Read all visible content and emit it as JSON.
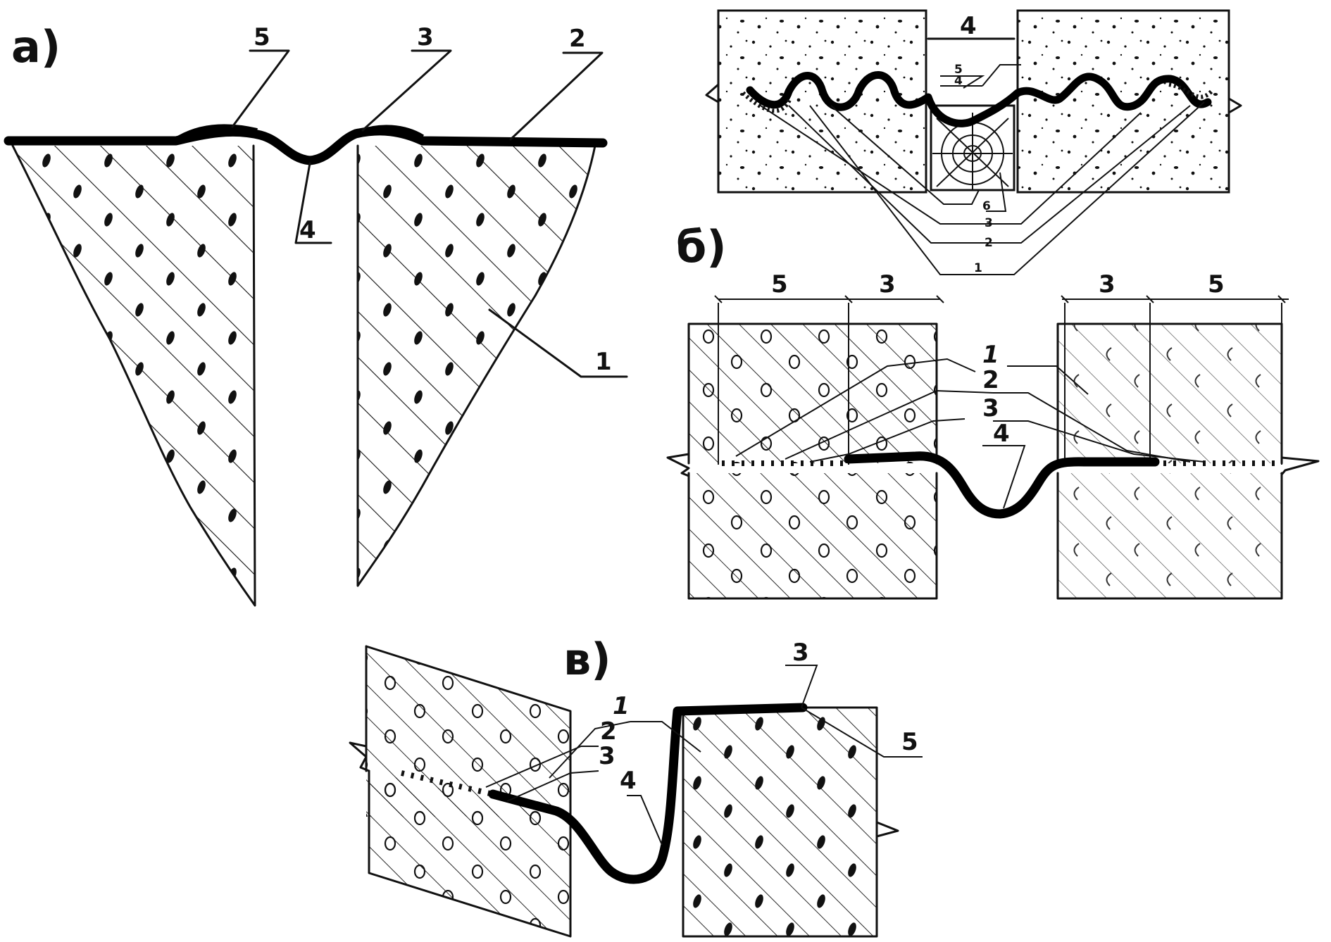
{
  "figure_a": {
    "panel_label": "а)",
    "labels": {
      "n5": "5",
      "n3": "3",
      "n2": "2",
      "n4": "4",
      "n1": "1"
    }
  },
  "figure_b": {
    "panel_label": "б)",
    "top_detail_labels": {
      "t4": "4",
      "t5": "5",
      "t4b": "4",
      "t6": "6",
      "t3": "3",
      "t2": "2",
      "t1": "1"
    },
    "labels": {
      "n1": "1",
      "n2": "2",
      "n3": "3",
      "n4": "4"
    },
    "dimensions": {
      "left_5": "5",
      "left_3": "3",
      "right_3": "3",
      "right_5": "5"
    }
  },
  "figure_v": {
    "panel_label": "в)",
    "labels": {
      "n3_top": "3",
      "n1": "1",
      "n2": "2",
      "n3": "3",
      "n4": "4",
      "n5": "5"
    }
  }
}
